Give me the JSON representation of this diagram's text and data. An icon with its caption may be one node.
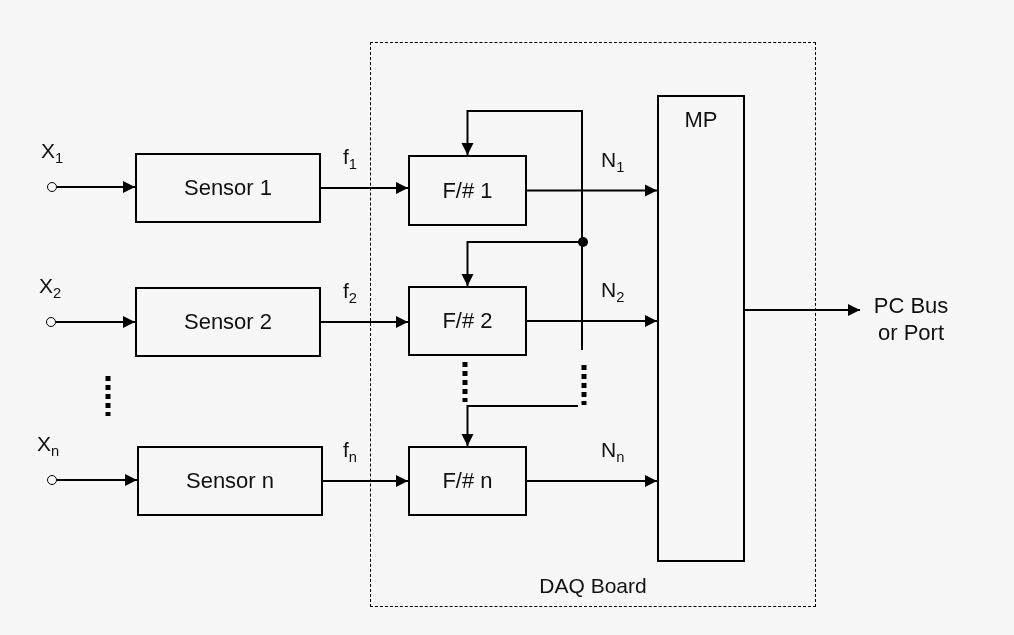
{
  "diagram": {
    "nodes": [
      {
        "text": [
          "DAQ Board"
        ]
      },
      {
        "text": [],
        "shape": "circle",
        "beside": [
          "X$_{1}$"
        ]
      },
      {
        "text": [
          "Sensor 1"
        ]
      },
      {
        "text": [
          "F/# 1"
        ],
        "in": 0
      },
      {
        "text": [
          "MP"
        ],
        "in": 0
      },
      {
        "text": [],
        "shape": "circle",
        "beside": [
          "X$_{2}$"
        ]
      },
      {
        "text": [
          "Sensor 2"
        ]
      },
      {
        "text": [
          "F/# 2"
        ],
        "in": 0
      },
      {
        "text": [],
        "shape": "circle",
        "beside": [
          "X$_{n}$"
        ]
      },
      {
        "text": [
          "Sensor n"
        ]
      },
      {
        "text": [
          "F/# n"
        ],
        "in": 0
      },
      {
        "text": [
          "PC Bus or Port"
        ]
      }
    ],
    "edges": [
      {
        "from": 1,
        "to": 2,
        "arrow": "to"
      },
      {
        "from": 2,
        "to": 3,
        "arrow": "to",
        "label": "f$_{1}$"
      },
      {
        "from": 3,
        "to": 4,
        "arrow": "to",
        "label": "N$_{1}$"
      },
      {
        "from": 5,
        "to": 6,
        "arrow": "to"
      },
      {
        "from": 6,
        "to": 7,
        "arrow": "to",
        "label": "f$_{2}$"
      },
      {
        "from": 7,
        "to": 4,
        "arrow": "to",
        "label": "N$_{2}$"
      },
      {
        "from": 8,
        "to": 9,
        "arrow": "to"
      },
      {
        "from": 9,
        "to": 10,
        "arrow": "to",
        "label": "f$_{n}$"
      },
      {
        "from": 10,
        "to": 4,
        "arrow": "to",
        "label": "N$_{n}$"
      },
      {
        "from": 4,
        "to": 11,
        "arrow": "to"
      },
      {
        "from": null,
        "to": 3,
        "arrow": "to"
      },
      {
        "from": null,
        "to": 7,
        "arrow": "to"
      },
      {
        "from": null,
        "to": 10,
        "arrow": "to"
      }
    ]
  }
}
